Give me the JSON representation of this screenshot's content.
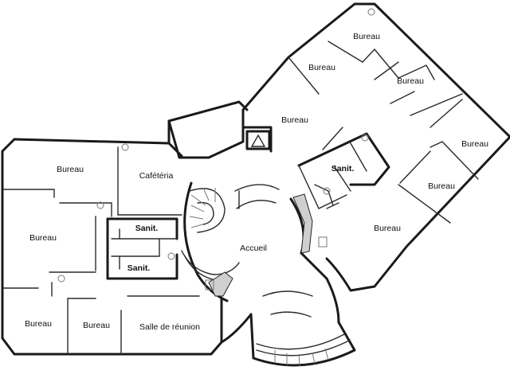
{
  "plan": {
    "rooms": [
      {
        "id": "bureau-west-top",
        "label": "Bureau"
      },
      {
        "id": "cafeteria",
        "label": "Cafétéria"
      },
      {
        "id": "bureau-west-mid",
        "label": "Bureau"
      },
      {
        "id": "sanit-west-top",
        "label": "Sanit."
      },
      {
        "id": "sanit-west-bottom",
        "label": "Sanit."
      },
      {
        "id": "bureau-sw-1",
        "label": "Bureau"
      },
      {
        "id": "bureau-sw-2",
        "label": "Bureau"
      },
      {
        "id": "salle-reunion",
        "label": "Salle de réunion"
      },
      {
        "id": "accueil",
        "label": "Accueil"
      },
      {
        "id": "bureau-center",
        "label": "Bureau"
      },
      {
        "id": "sanit-east",
        "label": "Sanit."
      },
      {
        "id": "bureau-ne-top",
        "label": "Bureau"
      },
      {
        "id": "bureau-ne-2",
        "label": "Bureau"
      },
      {
        "id": "bureau-ne-3",
        "label": "Bureau"
      },
      {
        "id": "bureau-ne-4",
        "label": "Bureau"
      },
      {
        "id": "bureau-ne-5",
        "label": "Bureau"
      },
      {
        "id": "bureau-ne-big",
        "label": "Bureau"
      }
    ],
    "colors": {
      "wall": "#1a1a1a",
      "background": "#ffffff"
    }
  }
}
